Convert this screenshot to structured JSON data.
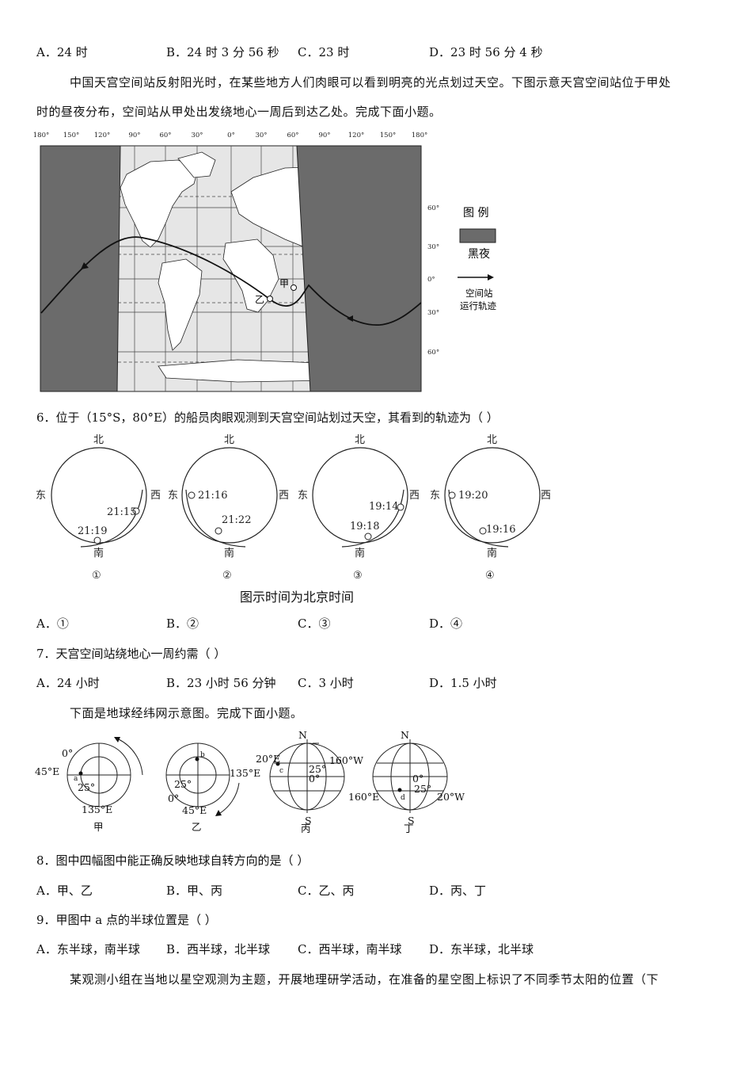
{
  "q5_options": {
    "a": "A．24 时",
    "b": "B．24 时 3 分 56 秒",
    "c": "C．23 时",
    "d": "D．23 时 56 分 4 秒"
  },
  "intro1": {
    "line1": "中国天宫空间站反射阳光时，在某些地方人们肉眼可以看到明亮的光点划过天空。下图示意天宫空间站位于甲处",
    "line2": "时的昼夜分布，空间站从甲处出发绕地心一周后到达乙处。完成下面小题。"
  },
  "map": {
    "lon_labels": [
      "180°",
      "150°",
      "120°",
      "90°",
      "60°",
      "30°",
      "0°",
      "30°",
      "60°",
      "90°",
      "120°",
      "150°",
      "180°"
    ],
    "lat_labels": [
      "60°",
      "30°",
      "0°",
      "30°",
      "60°"
    ],
    "legend_title": "图 例",
    "legend_night": "黑夜",
    "legend_orbit_1": "空间站",
    "legend_orbit_2": "运行轨迹",
    "point_jia": "甲",
    "point_yi": "乙",
    "night_color": "#6b6b6b",
    "day_color": "#e6e6e6"
  },
  "q6": {
    "stem": "6．位于（15°S，80°E）的船员肉眼观测到天宫空间站划过天空，其看到的轨迹为（   ）",
    "diagrams": [
      {
        "north": "北",
        "south": "南",
        "east": "东",
        "west": "西",
        "t1": "21:15",
        "t2": "21:19",
        "num": "①"
      },
      {
        "north": "北",
        "south": "南",
        "east": "东",
        "west": "西",
        "t1": "21:16",
        "t2": "21:22",
        "num": "②"
      },
      {
        "north": "北",
        "south": "南",
        "east": "东",
        "west": "西",
        "t1": "19:14",
        "t2": "19:18",
        "num": "③"
      },
      {
        "north": "北",
        "south": "南",
        "east": "东",
        "west": "西",
        "t1": "19:20",
        "t2": "19:16",
        "num": "④"
      }
    ],
    "caption": "图示时间为北京时间",
    "options": {
      "a": "A．①",
      "b": "B．②",
      "c": "C．③",
      "d": "D．④"
    }
  },
  "q7": {
    "stem": "7．天宫空间站绕地心一周约需（   ）",
    "options": {
      "a": "A．24 小时",
      "b": "B．23 小时 56 分钟",
      "c": "C．3 小时",
      "d": "D．1.5 小时"
    }
  },
  "intro2": "下面是地球经纬网示意图。完成下面小题。",
  "globes": {
    "jia": {
      "l1": "0°",
      "l2": "45°E",
      "l3": "25°",
      "l4": "135°E",
      "pt": "a",
      "name": "甲"
    },
    "yi": {
      "l1": "135°E",
      "l2": "25°",
      "l3": "0°",
      "l4": "45°E",
      "pt": "b",
      "name": "乙"
    },
    "bing": {
      "n": "N",
      "s": "S",
      "l1": "20°E",
      "l2": "160°W",
      "l3": "25°",
      "l4": "0°",
      "pt": "c",
      "name": "丙"
    },
    "ding": {
      "n": "N",
      "s": "S",
      "l1": "160°E",
      "l2": "20°W",
      "l3": "0°",
      "l4": "25°",
      "pt": "d",
      "name": "丁"
    }
  },
  "q8": {
    "stem": "8．图中四幅图中能正确反映地球自转方向的是（   ）",
    "options": {
      "a": "A．甲、乙",
      "b": "B．甲、丙",
      "c": "C．乙、丙",
      "d": "D．丙、丁"
    }
  },
  "q9": {
    "stem": "9．甲图中 a 点的半球位置是（   ）",
    "options": {
      "a": "A．东半球，南半球",
      "b": "B．西半球，北半球",
      "c": "C．西半球，南半球",
      "d": "D．东半球，北半球"
    }
  },
  "intro3": "某观测小组在当地以星空观测为主题，开展地理研学活动，在准备的星空图上标识了不同季节太阳的位置（下"
}
